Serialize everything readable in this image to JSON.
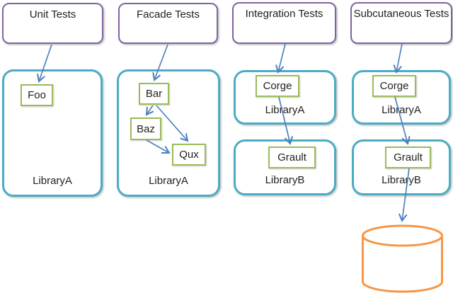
{
  "colors": {
    "header_border": "#8064a2",
    "container_border": "#4bacc6",
    "node_border": "#9bbb59",
    "database_border": "#f79646",
    "arrow": "#4f81bd",
    "text": "#1f1f1f",
    "background": "#ffffff"
  },
  "columns": [
    {
      "title": "Unit Tests",
      "containers": [
        {
          "label": "LibraryA",
          "nodes": [
            "Foo"
          ]
        }
      ]
    },
    {
      "title": "Facade Tests",
      "containers": [
        {
          "label": "LibraryA",
          "nodes": [
            "Bar",
            "Baz",
            "Qux"
          ]
        }
      ]
    },
    {
      "title": "Integration Tests",
      "containers": [
        {
          "label": "LibraryA",
          "nodes": [
            "Corge"
          ]
        },
        {
          "label": "LibraryB",
          "nodes": [
            "Grault"
          ]
        }
      ]
    },
    {
      "title": "Subcutaneous Tests",
      "containers": [
        {
          "label": "LibraryA",
          "nodes": [
            "Corge"
          ]
        },
        {
          "label": "LibraryB",
          "nodes": [
            "Grault"
          ]
        }
      ],
      "database": "database-cylinder"
    }
  ],
  "edges": [
    {
      "from": "Unit Tests",
      "to": "Foo"
    },
    {
      "from": "Facade Tests",
      "to": "Bar"
    },
    {
      "from": "Bar",
      "to": "Baz"
    },
    {
      "from": "Bar",
      "to": "Qux"
    },
    {
      "from": "Baz",
      "to": "Qux"
    },
    {
      "from": "Integration Tests",
      "to": "Corge (LibraryA)"
    },
    {
      "from": "Corge (LibraryA)",
      "to": "Grault (LibraryB)"
    },
    {
      "from": "Subcutaneous Tests",
      "to": "Corge (LibraryA)"
    },
    {
      "from": "Corge (LibraryA)",
      "to": "Grault (LibraryB)"
    },
    {
      "from": "Grault (LibraryB)",
      "to": "database"
    }
  ]
}
